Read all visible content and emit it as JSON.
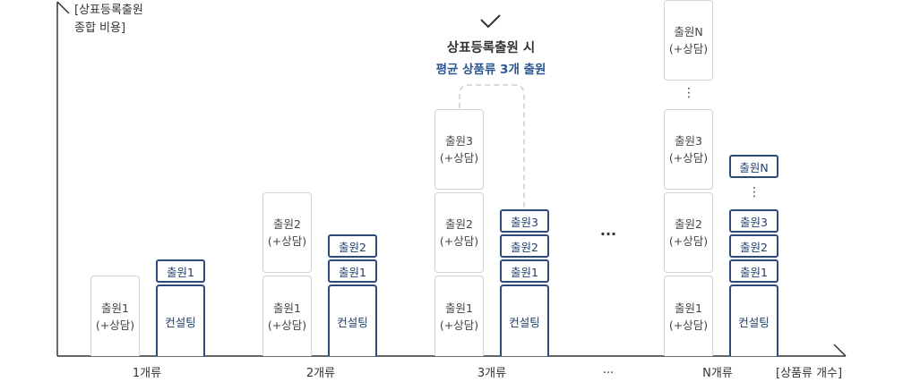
{
  "y_axis_label": {
    "line1": "[상표등록출원",
    "line2": "종합 비용]"
  },
  "x_axis_label": "[상품류 개수]",
  "categories": [
    "1개류",
    "2개류",
    "3개류",
    "...",
    "N개류"
  ],
  "callout": {
    "icon": "checkmark-icon",
    "line1": "상표등록출원 시",
    "line2": "평균 상품류 3개 출원"
  },
  "filing": {
    "f1_name": "출원1",
    "f2_name": "출원2",
    "f3_name": "출원3",
    "fn_name": "출원N",
    "suffix": "(+상담)"
  },
  "consulting": "컨설팅",
  "ellipsis_middle": "...",
  "vertical_dots": "⋮",
  "colors": {
    "navy": "#2b4a78",
    "grey_border": "#d2d2d2",
    "accent_text": "#2c5693"
  }
}
